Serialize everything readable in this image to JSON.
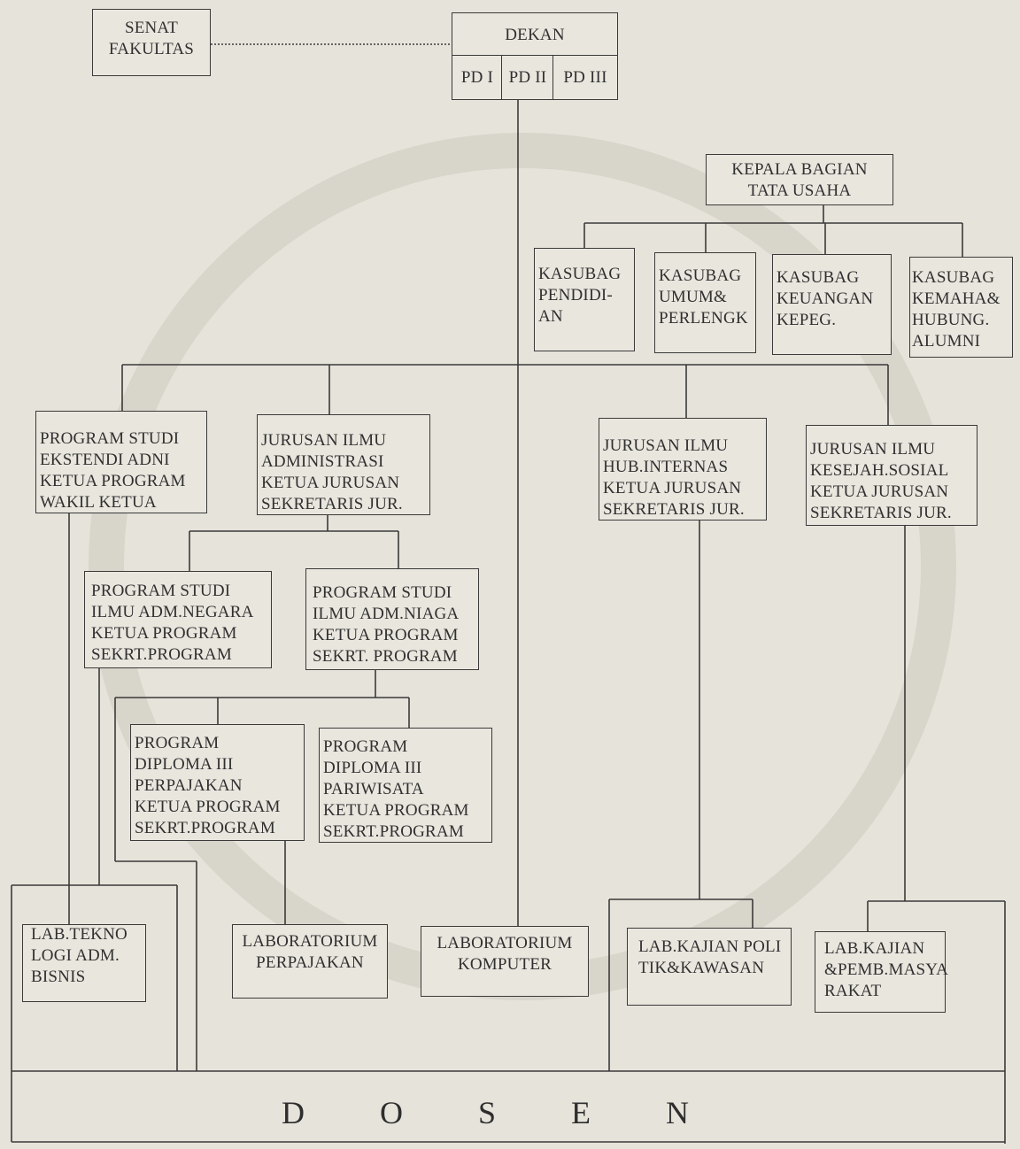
{
  "nodes": {
    "senat": "SENAT\nFAKULTAS",
    "dekan": "DEKAN",
    "pd1": "PD I",
    "pd2": "PD II",
    "pd3": "PD III",
    "kabag": "KEPALA BAGIAN\nTATA USAHA",
    "kasubag_pendidikan": "KASUBAG\nPENDIDI-\nAN",
    "kasubag_umum": "KASUBAG\nUMUM&\nPERLENGK",
    "kasubag_keuangan": "KASUBAG\nKEUANGAN\nKEPEG.",
    "kasubag_kemaha": "KASUBAG\nKEMAHA&\nHUBUNG.\nALUMNI",
    "ps_ekstensi": "PROGRAM STUDI\nEKSTENDI ADNI\nKETUA PROGRAM\nWAKIL KETUA",
    "jur_adm": "JURUSAN ILMU\nADMINISTRASI\nKETUA JURUSAN\nSEKRETARIS JUR.",
    "jur_hi": "JURUSAN ILMU\nHUB.INTERNAS\nKETUA JURUSAN\nSEKRETARIS JUR.",
    "jur_kesos": "JURUSAN ILMU\nKESEJAH.SOSIAL\nKETUA JURUSAN\nSEKRETARIS JUR.",
    "ps_negara": "PROGRAM STUDI\nILMU ADM.NEGARA\nKETUA PROGRAM\nSEKRT.PROGRAM",
    "ps_niaga": "PROGRAM STUDI\nILMU ADM.NIAGA\nKETUA PROGRAM\nSEKRT. PROGRAM",
    "d3_pajak": "PROGRAM\nDIPLOMA III\nPERPAJAKAN\nKETUA PROGRAM\nSEKRT.PROGRAM",
    "d3_wisata": "PROGRAM\nDIPLOMA III\nPARIWISATA\nKETUA PROGRAM\nSEKRT.PROGRAM",
    "lab_tekno": "LAB.TEKNO\nLOGI ADM.\nBISNIS",
    "lab_pajak": "LABORATORIUM\nPERPAJAKAN",
    "lab_komputer": "LABORATORIUM\nKOMPUTER",
    "lab_politik": "LAB.KAJIAN POLI\nTIK&KAWASAN",
    "lab_masyarakat": "LAB.KAJIAN\n&PEMB.MASYA\nRAKAT",
    "dosen": "D O S E N"
  },
  "colors": {
    "line": "#3a3a3a",
    "background": "#e6e3da",
    "box_fill": "#e9e6de",
    "watermark": "#d9d6cc"
  }
}
